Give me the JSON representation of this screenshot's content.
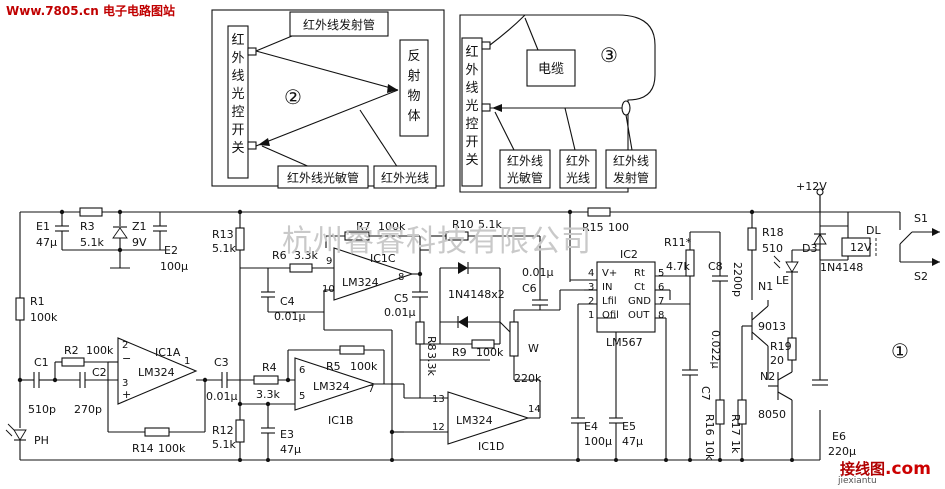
{
  "header": {
    "site": "Www.7805.cn 电子电路图站"
  },
  "watermark": "杭州睿睿科技有限公司",
  "logo": {
    "text1": "接线图",
    "text2": ".com",
    "sub": "jiexiantu"
  },
  "inset1": {
    "switch": [
      "红",
      "外",
      "线",
      "光",
      "控",
      "开",
      "关"
    ],
    "emitter": "红外线发射管",
    "receiver": "红外线光敏管",
    "object": [
      "反",
      "射",
      "物",
      "体"
    ],
    "ray": "红外光线",
    "num": "②"
  },
  "inset2": {
    "switch": [
      "红",
      "外",
      "线",
      "光",
      "控",
      "开",
      "关"
    ],
    "cable": "电缆",
    "receiver": [
      "红外线",
      "光敏管"
    ],
    "ray": [
      "红外",
      "光线"
    ],
    "emitter": [
      "红外线",
      "发射管"
    ],
    "num": "③"
  },
  "circuit": {
    "num": "①",
    "E1": "E1",
    "E1v": "47μ",
    "R3": "R3",
    "R3v": "5.1k",
    "Z1": "Z1",
    "Z1v": "9V",
    "E2": "E2",
    "E2v": "100μ",
    "R1": "R1",
    "R1v": "100k",
    "C1": "C1",
    "C1v": "510p",
    "R2": "R2",
    "R2v": "100k",
    "C2": "C2",
    "C2v": "270p",
    "IC1A": "IC1A",
    "LM324": "LM324",
    "R14": "R14",
    "R14v": "100k",
    "PH": "PH",
    "C3": "C3",
    "C3v": "0.01μ",
    "R4": "R4",
    "R4v": "3.3k",
    "R5": "R5",
    "R5v": "100k",
    "IC1B": "IC1B",
    "R12": "R12",
    "R12v": "5.1k",
    "E3": "E3",
    "E3v": "47μ",
    "R13": "R13",
    "R13v": "5.1k",
    "R6": "R6",
    "R6v": "3.3k",
    "R7": "R7",
    "R7v": "100k",
    "IC1C": "IC1C",
    "C4": "C4",
    "C4v": "0.01μ",
    "C5": "C5",
    "C5v": "0.01μ",
    "R8": "R8",
    "R8v": "3.3k",
    "R10": "R10",
    "R10v": "5.1k",
    "D12": "1N4148x2",
    "R9": "R9",
    "R9v": "100k",
    "C6": "C6",
    "C6v": "0.01μ",
    "W": "W",
    "Wv": "220k",
    "IC1D": "IC1D",
    "R15": "R15",
    "R15v": "100",
    "IC2": "IC2",
    "LM567": "LM567",
    "pins567": [
      "V+",
      "IN",
      "Lfil",
      "Ofil",
      "Rt",
      "Ct",
      "GND",
      "OUT"
    ],
    "pinnums": [
      "4",
      "3",
      "2",
      "1",
      "5",
      "6",
      "7",
      "8"
    ],
    "E4": "E4",
    "E4v": "100μ",
    "E5": "E5",
    "E5v": "47μ",
    "R11": "R11*",
    "R11v": "4.7k",
    "C8": "C8",
    "C8v": "2200p",
    "C7": "C7",
    "C7v": "0.022μ",
    "R16": "R16",
    "R16v": "10k",
    "R17": "R17",
    "R17v": "1k",
    "R18": "R18",
    "R18v": "510",
    "LE": "LE",
    "N1": "N1",
    "N1v": "9013",
    "R19": "R19",
    "R19v": "20",
    "N2": "N2",
    "N2v": "8050",
    "E6": "E6",
    "E6v": "220μ",
    "D3": "D3",
    "D3v": "1N4148",
    "V12": "+12V",
    "relay": "12V",
    "DL": "DL",
    "S1": "S1",
    "S2": "S2",
    "pin1": "1",
    "pin2": "2",
    "pin3": "3",
    "pin5": "5",
    "pin6": "6",
    "pin7": "7",
    "pin8": "8",
    "pin9": "9",
    "pin10": "10",
    "pin12": "12",
    "pin13": "13",
    "pin14": "14"
  }
}
